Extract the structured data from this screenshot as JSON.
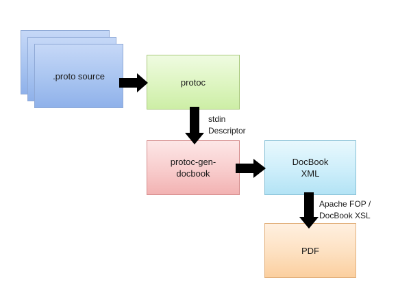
{
  "nodes": {
    "proto_source": {
      "label": ".proto source"
    },
    "protoc": {
      "label": "protoc"
    },
    "protoc_gen_docbook": {
      "label": "protoc-gen-\ndocbook"
    },
    "docbook_xml": {
      "label": "DocBook\nXML"
    },
    "pdf": {
      "label": "PDF"
    }
  },
  "edges": {
    "protoc_to_gen": {
      "label": "stdin\nDescriptor"
    },
    "docbook_to_pdf": {
      "label": "Apache FOP /\nDocBook XSL"
    }
  },
  "colors": {
    "proto_source": "#a8c4f0",
    "protoc": "#ddf5c0",
    "protoc_gen_docbook": "#f8cccc",
    "docbook_xml": "#cdeefa",
    "pdf": "#fde0c0",
    "arrow": "#000000"
  }
}
